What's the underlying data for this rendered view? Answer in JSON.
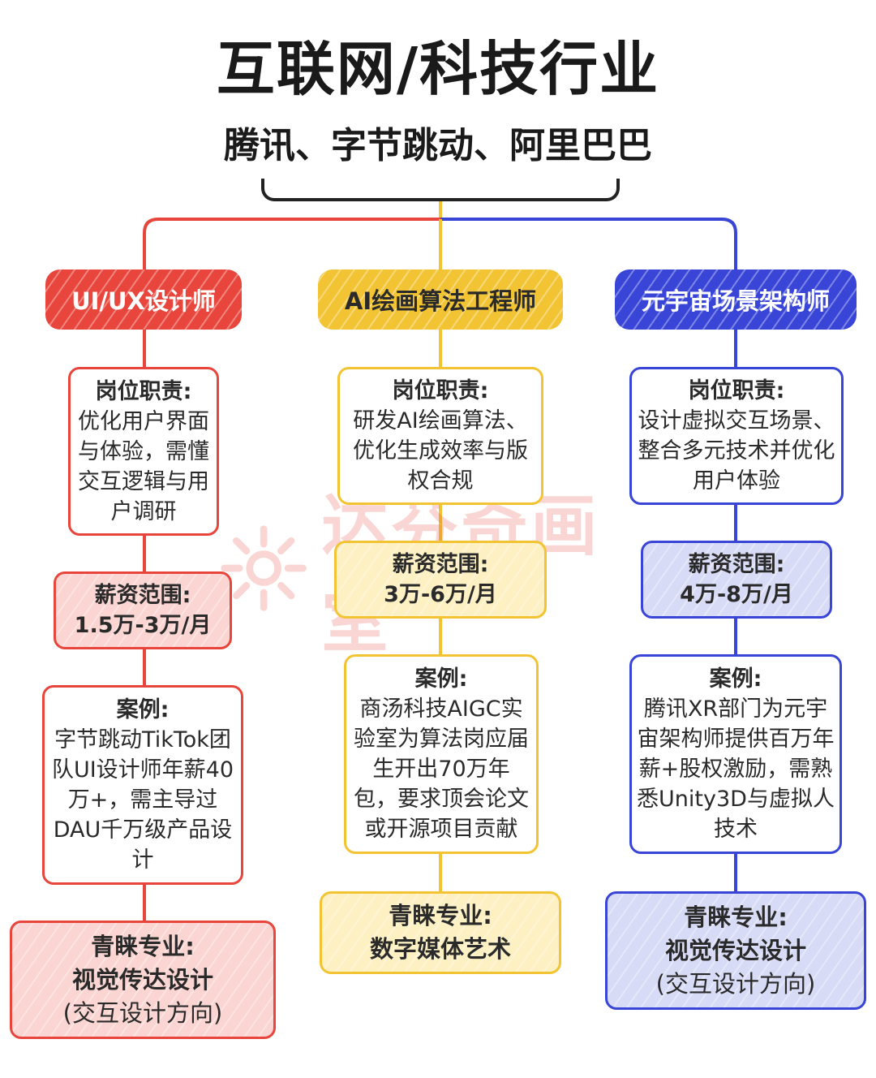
{
  "title": "互联网/科技行业",
  "subtitle": "腾讯、字节跳动、阿里巴巴",
  "watermark": "达芬奇画室",
  "colors": {
    "red": "#e8453c",
    "yellow": "#f2c433",
    "blue": "#3845d6"
  },
  "columns": [
    {
      "role": "UI/UX设计师",
      "duty_label": "岗位职责:",
      "duty_text": "优化用户界面与体验，需懂交互逻辑与用户调研",
      "salary_label": "薪资范围:",
      "salary_text": "1.5万-3万/月",
      "case_label": "案例:",
      "case_text": "字节跳动TikTok团队UI设计师年薪40万+，需主导过DAU千万级产品设计",
      "major_label": "青睐专业:",
      "major_name": "视觉传达设计",
      "major_note": "(交互设计方向)"
    },
    {
      "role": "AI绘画算法工程师",
      "duty_label": "岗位职责:",
      "duty_text": "研发AI绘画算法、优化生成效率与版权合规",
      "salary_label": "薪资范围:",
      "salary_text": "3万-6万/月",
      "case_label": "案例:",
      "case_text": "商汤科技AIGC实验室为算法岗应届生开出70万年包，要求顶会论文或开源项目贡献",
      "major_label": "青睐专业:",
      "major_name": "数字媒体艺术",
      "major_note": ""
    },
    {
      "role": "元宇宙场景架构师",
      "duty_label": "岗位职责:",
      "duty_text": "设计虚拟交互场景、整合多元技术并优化用户体验",
      "salary_label": "薪资范围:",
      "salary_text": "4万-8万/月",
      "case_label": "案例:",
      "case_text": "腾讯XR部门为元宇宙架构师提供百万年薪+股权激励，需熟悉Unity3D与虚拟人技术",
      "major_label": "青睐专业:",
      "major_name": "视觉传达设计",
      "major_note": "(交互设计方向)"
    }
  ]
}
